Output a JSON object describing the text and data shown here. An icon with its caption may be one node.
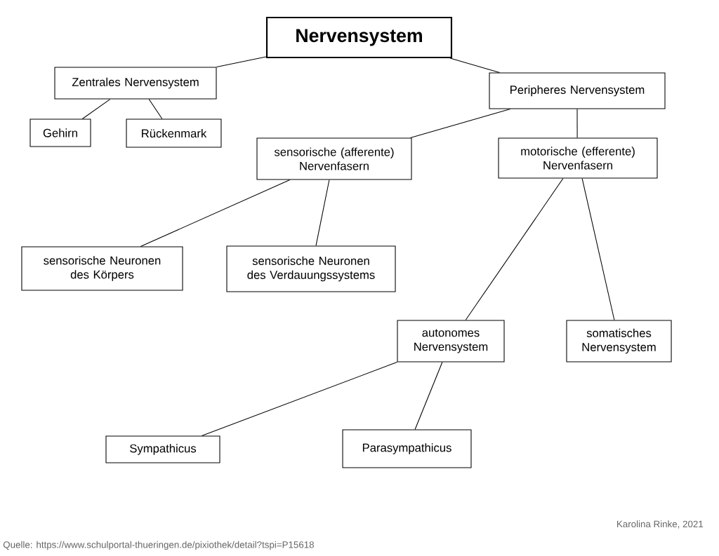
{
  "diagram": {
    "nodes": [
      {
        "text": [
          "Nervensystem"
        ]
      },
      {
        "text": [
          "Zentrales Nervensystem"
        ]
      },
      {
        "text": [
          "Peripheres Nervensystem"
        ]
      },
      {
        "text": [
          "Gehirn"
        ]
      },
      {
        "text": [
          "Rückenmark"
        ]
      },
      {
        "text": [
          "sensorische (afferente) Nervenfasern"
        ]
      },
      {
        "text": [
          "motorische (efferente) Nervenfasern"
        ]
      },
      {
        "text": [
          "sensorische Neuronen des Körpers"
        ]
      },
      {
        "text": [
          "sensorische Neuronen des Verdauungssystems"
        ]
      },
      {
        "text": [
          "autonomes Nervensystem"
        ]
      },
      {
        "text": [
          "somatisches Nervensystem"
        ]
      },
      {
        "text": [
          "Sympathicus"
        ]
      },
      {
        "text": [
          "Parasympathicus"
        ]
      }
    ],
    "edges": [
      {
        "from": 0,
        "to": 1,
        "arrow": "none"
      },
      {
        "from": 0,
        "to": 2,
        "arrow": "none"
      },
      {
        "from": 1,
        "to": 3,
        "arrow": "none"
      },
      {
        "from": 1,
        "to": 4,
        "arrow": "none"
      },
      {
        "from": 2,
        "to": 5,
        "arrow": "none"
      },
      {
        "from": 2,
        "to": 6,
        "arrow": "none"
      },
      {
        "from": 5,
        "to": 7,
        "arrow": "none"
      },
      {
        "from": 5,
        "to": 8,
        "arrow": "none"
      },
      {
        "from": 6,
        "to": 9,
        "arrow": "none"
      },
      {
        "from": 6,
        "to": 10,
        "arrow": "none"
      },
      {
        "from": 9,
        "to": 11,
        "arrow": "none"
      },
      {
        "from": 9,
        "to": 12,
        "arrow": "none"
      }
    ],
    "labels": [
      "Karolina Rinke, 2021",
      "Quelle: https://www.schulportal-thueringen.de/pixiothek/detail?tspi=P15618"
    ]
  }
}
